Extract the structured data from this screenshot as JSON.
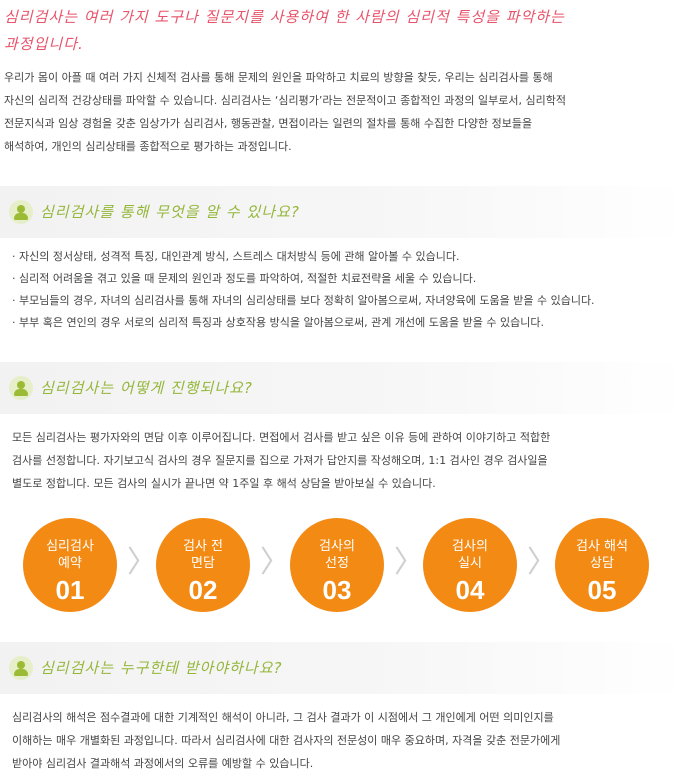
{
  "headline": {
    "line1": "심리검사는 여러 가지 도구나 질문지를 사용하여 한 사람의 심리적 특성을 파악하는",
    "line2": "과정입니다."
  },
  "intro": [
    "우리가 몸이 아플 때 여러 가지 신체적 검사를 통해 문제의 원인을 파악하고 치료의 방향을 찾듯, 우리는 심리검사를 통해",
    "자신의 심리적 건강상태를 파악할 수 있습니다. 심리검사는 ‘심리평가’라는 전문적이고 종합적인 과정의 일부로서, 심리학적",
    "전문지식과 임상 경험을 갖춘 임상가가 심리검사, 행동관찰, 면접이라는 일련의 절차를 통해 수집한 다양한 정보들을",
    "해석하여, 개인의 심리상태를 종합적으로 평가하는 과정입니다."
  ],
  "sections": {
    "what": {
      "title": "심리검사를 통해 무엇을 알 수 있나요?",
      "bullets": [
        "자신의 정서상태, 성격적 특징, 대인관계 방식, 스트레스 대처방식 등에 관해 알아볼 수 있습니다.",
        "심리적 어려움을 겪고 있을 때 문제의 원인과 정도를 파악하여, 적절한 치료전략을 세울 수 있습니다.",
        "부모님들의 경우, 자녀의 심리검사를 통해 자녀의 심리상태를 보다 정확히 알아봄으로써, 자녀양육에 도움을 받을 수 있습니다.",
        "부부 혹은 연인의 경우 서로의 심리적 특징과 상호작용 방식을 알아봄으로써, 관계 개선에 도움을 받을 수 있습니다."
      ]
    },
    "how": {
      "title": "심리검사는 어떻게 진행되나요?",
      "paragraph": [
        "모든 심리검사는 평가자와의 면담 이후 이루어집니다. 면접에서 검사를 받고 싶은 이유 등에 관하여 이야기하고 적합한",
        "검사를 선정합니다. 자기보고식 검사의 경우 질문지를 집으로 가져가 답안지를 작성해오며, 1:1 검사인 경우 검사일을",
        "별도로 정합니다. 모든 검사의 실시가 끝나면 약 1주일 후 해석 상담을 받아보실 수 있습니다."
      ],
      "steps": [
        {
          "line1": "심리검사",
          "line2": "예약",
          "num": "01"
        },
        {
          "line1": "검사 전",
          "line2": "면담",
          "num": "02"
        },
        {
          "line1": "검사의",
          "line2": "선정",
          "num": "03"
        },
        {
          "line1": "검사의",
          "line2": "실시",
          "num": "04"
        },
        {
          "line1": "검사 해석",
          "line2": "상담",
          "num": "05"
        }
      ],
      "chevron": "〉"
    },
    "who": {
      "title": "심리검사는 누구한테 받아야하나요?",
      "paragraph": [
        "심리검사의 해석은 점수결과에 대한 기계적인 해석이 아니라, 그 검사 결과가 이 시점에서 그 개인에게 어떤 의미인지를",
        "이해하는 매우 개별화된 과정입니다. 따라서 심리검사에 대한 검사자의 전문성이 매우 중요하며, 자격을 갖춘 전문가에게",
        "받아야 심리검사 결과해석 과정에서의 오류를 예방할 수 있습니다."
      ]
    }
  },
  "colors": {
    "headline": "#e8546b",
    "section_title": "#94b73a",
    "step_circle": "#f38a14"
  },
  "icons": {
    "section_badge": "person-icon",
    "step_arrow": "chevron-right-icon"
  }
}
